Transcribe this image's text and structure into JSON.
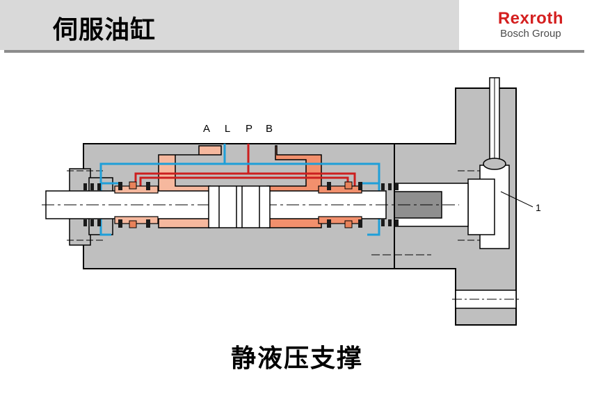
{
  "header": {
    "title": "伺服油缸",
    "logo_name": "Rexroth",
    "logo_subtitle": "Bosch Group"
  },
  "diagram": {
    "port_labels": [
      "A",
      "L",
      "P",
      "B"
    ],
    "callout_label": "1"
  },
  "caption": "静液压支撑",
  "colors": {
    "body_gray": "#bfbfbf",
    "dark_gray": "#8f8f8f",
    "piston_white": "#ffffff",
    "port_a_chamber": "#f6b89e",
    "port_b_chamber": "#f2906d",
    "pressure_red": "#cc1f1f",
    "leakage_blue": "#1f9fd8",
    "seal_orange": "#e8825a",
    "logo_red": "#d41f1f"
  }
}
